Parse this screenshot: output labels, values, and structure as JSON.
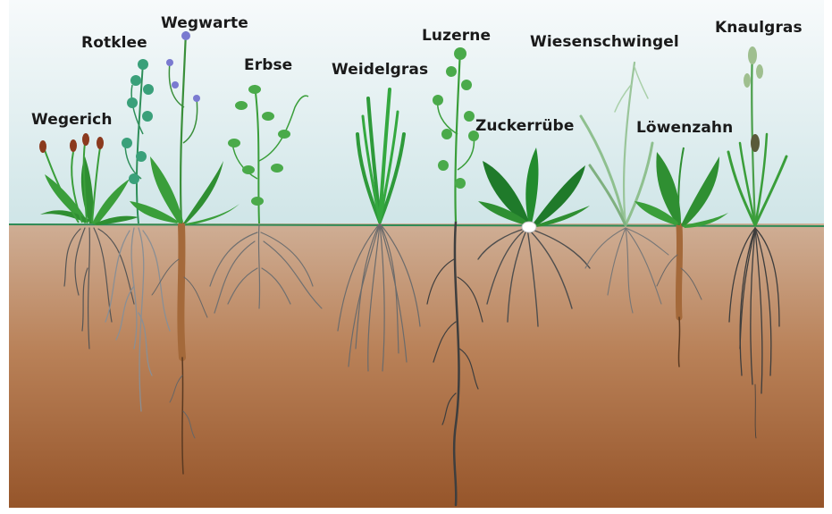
{
  "labels": {
    "wegerich": "Wegerich",
    "rotklee": "Rotklee",
    "wegwarte": "Wegwarte",
    "erbse": "Erbse",
    "weidelgras": "Weidelgras",
    "luzerne": "Luzerne",
    "zuckerruebe": "Zuckerrübe",
    "wiesenschwingel": "Wiesenschwingel",
    "loewenzahn": "Löwenzahn",
    "knaulgras": "Knaulgras"
  },
  "colors": {
    "sky_top": "#f4f8fa",
    "sky_bottom": "#cfe6e8",
    "soil_top": "#c9a286",
    "soil_bottom": "#9c5a2c",
    "leaf": "#3a9e3a",
    "leaf_dark": "#1f6e2a",
    "root": "#6a6a6a",
    "taproot": "#b07a48",
    "ground_line": "#2e8b57"
  }
}
